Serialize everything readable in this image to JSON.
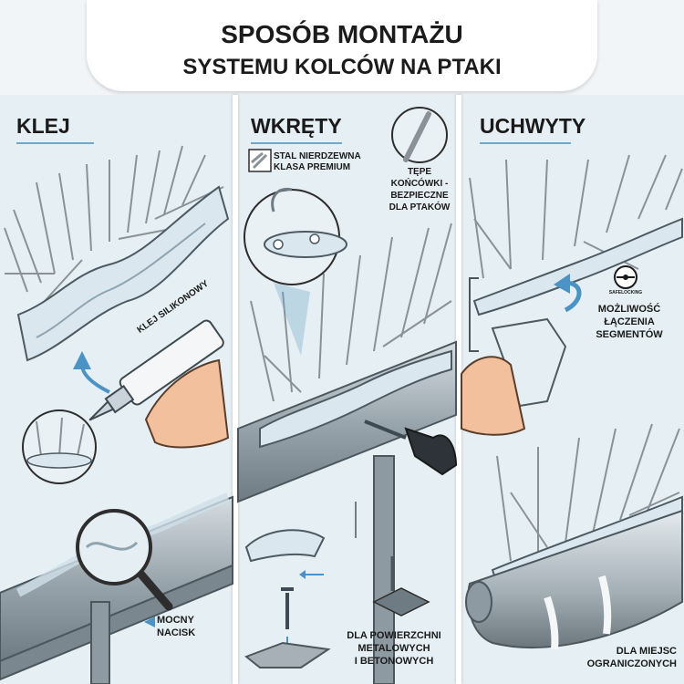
{
  "header": {
    "title_line1": "SPOSÓB MONTAŻU",
    "title_line2": "SYSTEMU KOLCÓW NA PTAKI"
  },
  "panels": {
    "klej": {
      "label": "KLEJ",
      "tube_label": "KLEJ SILIKONOWY",
      "note": "MOCNY NACISK"
    },
    "wkrety": {
      "label": "WKRĘTY",
      "material_note_line1": "STAL NIERDZEWNA",
      "material_note_line2": "KLASA PREMIUM",
      "tips_note_line1": "TĘPE",
      "tips_note_line2": "KOŃCÓWKI -",
      "tips_note_line3": "BEZPIECZNE",
      "tips_note_line4": "DLA PTAKÓW",
      "surface_note_line1": "DLA POWIERZCHNI",
      "surface_note_line2": "METALOWYCH",
      "surface_note_line3": "I BETONOWYCH"
    },
    "uchwyty": {
      "label": "UCHWYTY",
      "badge_text": "SAFELOCKING",
      "joining_note_line1": "MOŻLIWOŚĆ",
      "joining_note_line2": "ŁĄCZENIA",
      "joining_note_line3": "SEGMENTÓW",
      "limited_note_line1": "DLA MIEJSC",
      "limited_note_line2": "OGRANICZONYCH"
    }
  },
  "colors": {
    "accent_line": "#6fa8c8",
    "arrow": "#4b93c4",
    "metal": "#a9b4bb",
    "plastic": "#dbe7ee",
    "skin": "#f2c09c"
  }
}
